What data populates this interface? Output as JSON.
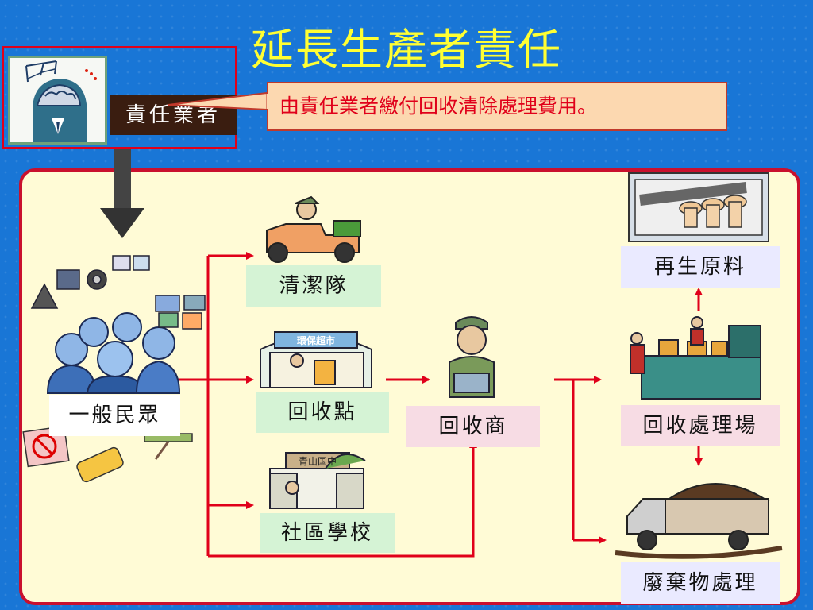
{
  "title": "延長生產者責任",
  "producer": {
    "label": "責任業者"
  },
  "callout": {
    "text": "由責任業者繳付回收清除處理費用。"
  },
  "nodes": {
    "public": "一般民眾",
    "cleaning_team": "清潔隊",
    "collection_point": "回收點",
    "community_school": "社區學校",
    "recycler": "回收商",
    "recycled_material": "再生原料",
    "processing_plant": "回收處理場",
    "waste_disposal": "廢棄物處理"
  },
  "image_texts": {
    "eco_market_sign": "環保超市",
    "school_sign": "青山国中"
  },
  "colors": {
    "background": "#1976d6",
    "title": "#ffff33",
    "arrow": "#e0001a",
    "panel_border": "#c9102e",
    "panel_fill": "#fffbd6"
  }
}
